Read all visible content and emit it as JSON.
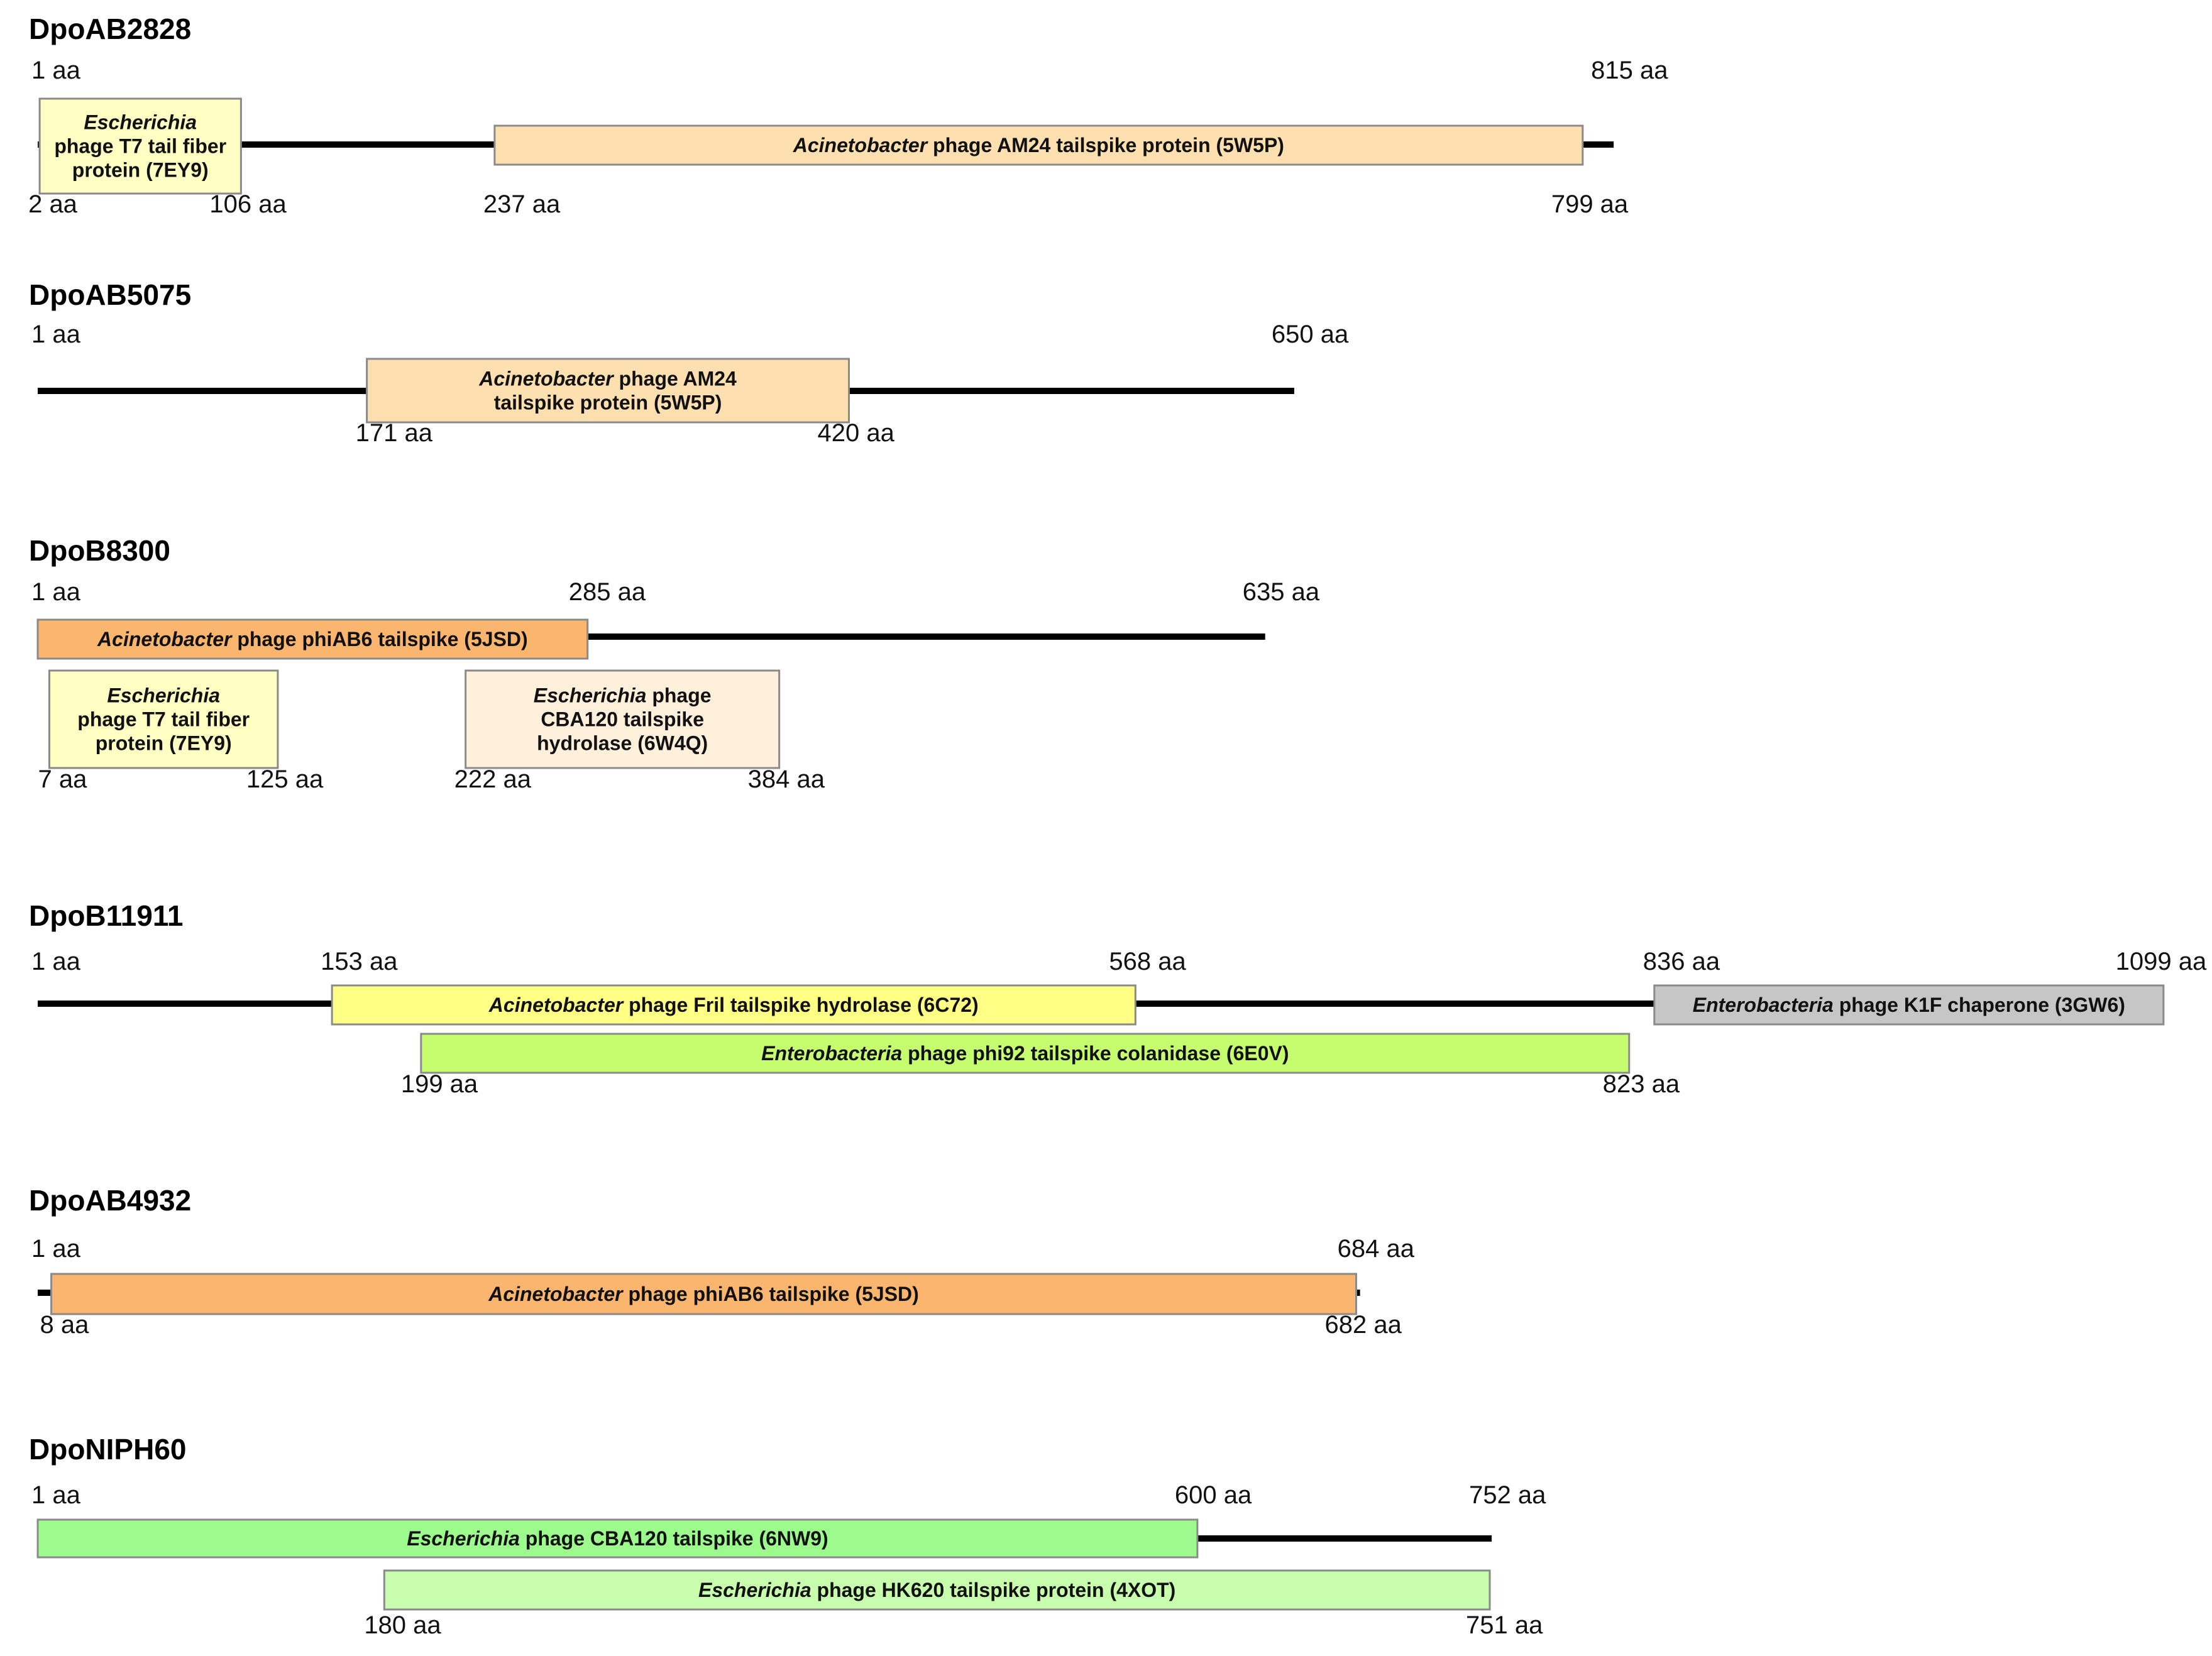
{
  "proteins": [
    {
      "name": "DpoAB2828",
      "length": 815,
      "start_label": "1 aa",
      "end_label": "815 aa",
      "domains": [
        {
          "start": 2,
          "end": 106,
          "start_label": "2 aa",
          "end_label": "106 aa",
          "lines": [
            [
              "Escherichia",
              ""
            ],
            [
              "",
              "phage T7 tail fiber"
            ],
            [
              "",
              "protein (7EY9)"
            ]
          ],
          "color": "#ffffc4"
        },
        {
          "start": 237,
          "end": 799,
          "start_label": "237 aa",
          "end_label": "799 aa",
          "lines": [
            [
              "Acinetobacter",
              " phage AM24 tailspike protein (5W5P)"
            ]
          ],
          "color": "#fddfb0"
        }
      ]
    },
    {
      "name": "DpoAB5075",
      "length": 650,
      "start_label": "1 aa",
      "end_label": "650 aa",
      "domains": [
        {
          "start": 171,
          "end": 420,
          "start_label": "171 aa",
          "end_label": "420 aa",
          "lines": [
            [
              "Acinetobacter",
              " phage AM24"
            ],
            [
              "",
              "tailspike protein (5W5P)"
            ]
          ],
          "color": "#fddfb0"
        }
      ]
    },
    {
      "name": "DpoB8300",
      "length": 635,
      "start_label": "1 aa",
      "end_label": "635 aa",
      "domains": [
        {
          "start": 1,
          "end": 285,
          "end_label": "285 aa",
          "lines": [
            [
              "Acinetobacter",
              " phage phiAB6 tailspike (5JSD)"
            ]
          ],
          "color": "#fab66f"
        },
        {
          "start": 7,
          "end": 125,
          "start_label": "7 aa",
          "end_label": "125 aa",
          "lines": [
            [
              "Escherichia",
              ""
            ],
            [
              "",
              "phage T7 tail fiber"
            ],
            [
              "",
              "protein (7EY9)"
            ]
          ],
          "color": "#ffffc4"
        },
        {
          "start": 222,
          "end": 384,
          "start_label": "222 aa",
          "end_label": "384 aa",
          "lines": [
            [
              "Escherichia",
              " phage"
            ],
            [
              "",
              "CBA120 tailspike"
            ],
            [
              "",
              "hydrolase (6W4Q)"
            ]
          ],
          "color": "#fff0dc"
        }
      ]
    },
    {
      "name": "DpoB11911",
      "length": 1099,
      "start_label": "1 aa",
      "end_label": "1099 aa",
      "domains": [
        {
          "start": 153,
          "end": 568,
          "start_label": "153 aa",
          "end_label": "568 aa",
          "lines": [
            [
              "Acinetobacter",
              " phage Fril tailspike hydrolase (6C72)"
            ]
          ],
          "color": "#ffff86"
        },
        {
          "start": 836,
          "end": 1099,
          "start_label": "836 aa",
          "lines": [
            [
              "Enterobacteria",
              " phage K1F chaperone (3GW6)"
            ]
          ],
          "color": "#c6c6c6"
        },
        {
          "start": 199,
          "end": 823,
          "start_label": "199 aa",
          "end_label": "823 aa",
          "lines": [
            [
              "Enterobacteria",
              " phage phi92 tailspike colanidase (6E0V)"
            ]
          ],
          "color": "#c6fd6e"
        }
      ]
    },
    {
      "name": "DpoAB4932",
      "length": 684,
      "start_label": "1 aa",
      "end_label": "684 aa",
      "domains": [
        {
          "start": 8,
          "end": 682,
          "start_label": "8 aa",
          "end_label": "682 aa",
          "lines": [
            [
              "Acinetobacter",
              " phage phiAB6 tailspike (5JSD)"
            ]
          ],
          "color": "#fab66f"
        }
      ]
    },
    {
      "name": "DpoNIPH60",
      "length": 752,
      "start_label": "1 aa",
      "end_label": "752 aa",
      "domains": [
        {
          "start": 1,
          "end": 600,
          "end_label": "600 aa",
          "lines": [
            [
              "Escherichia",
              " phage CBA120 tailspike (6NW9)"
            ]
          ],
          "color": "#9cfb8c"
        },
        {
          "start": 180,
          "end": 751,
          "start_label": "180 aa",
          "end_label": "751 aa",
          "lines": [
            [
              "Escherichia",
              " phage HK620 tailspike protein (4XOT)"
            ]
          ],
          "color": "#c8fdae"
        }
      ]
    }
  ]
}
